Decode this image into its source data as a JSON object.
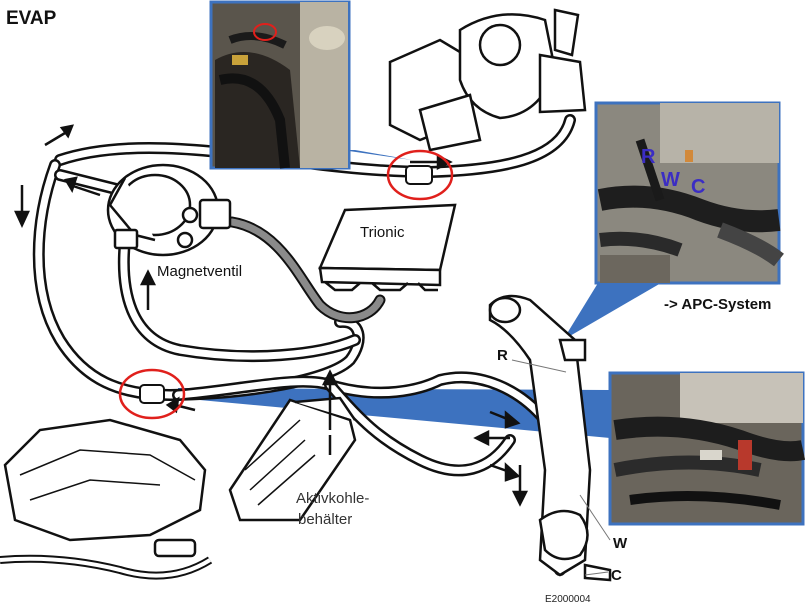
{
  "title": "EVAP",
  "labels": {
    "trionic": "Trionic",
    "magnetventil": "Magnetventil",
    "aktivkohle_line1": "Aktivkohle-",
    "aktivkohle_line2": "behälter",
    "apc_system": "-> APC-System",
    "hose_r": "R",
    "hose_w": "W",
    "hose_c": "C",
    "figure_code": "E2000004"
  },
  "photo_labels": {
    "r": "R",
    "w": "W",
    "c": "C"
  },
  "colors": {
    "callout_blue": "#3d72bf",
    "highlight_red": "#e0201c",
    "hose_black": "#111111",
    "vacuum_gray": "#8a8a8a"
  }
}
